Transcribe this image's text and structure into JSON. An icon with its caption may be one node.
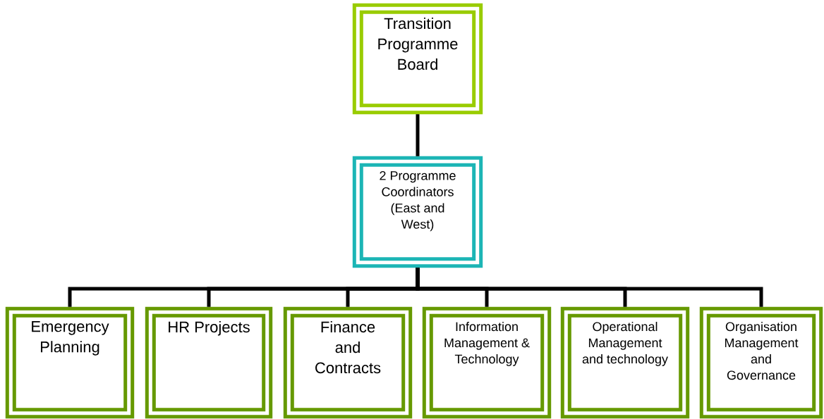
{
  "diagram": {
    "nodes": [
      {
        "text": [
          "Transition Programme Board"
        ]
      },
      {
        "text": [
          "2 Programme Coordinators (East and West)"
        ]
      },
      {
        "text": [
          "Emergency Planning"
        ]
      },
      {
        "text": [
          "HR Projects"
        ]
      },
      {
        "text": [
          "Finance and Contracts"
        ]
      },
      {
        "text": [
          "Information Management & Technology"
        ]
      },
      {
        "text": [
          "Operational Management and technology"
        ]
      },
      {
        "text": [
          "Organisation Management and Governance"
        ]
      }
    ],
    "edges": [
      {
        "from": 0,
        "to": 1,
        "arrow": "none"
      },
      {
        "from": 1,
        "to": 2,
        "arrow": "none"
      },
      {
        "from": 1,
        "to": 3,
        "arrow": "none"
      },
      {
        "from": 1,
        "to": 4,
        "arrow": "none"
      },
      {
        "from": 1,
        "to": 5,
        "arrow": "none"
      },
      {
        "from": 1,
        "to": 6,
        "arrow": "none"
      },
      {
        "from": 1,
        "to": 7,
        "arrow": "none"
      }
    ]
  }
}
